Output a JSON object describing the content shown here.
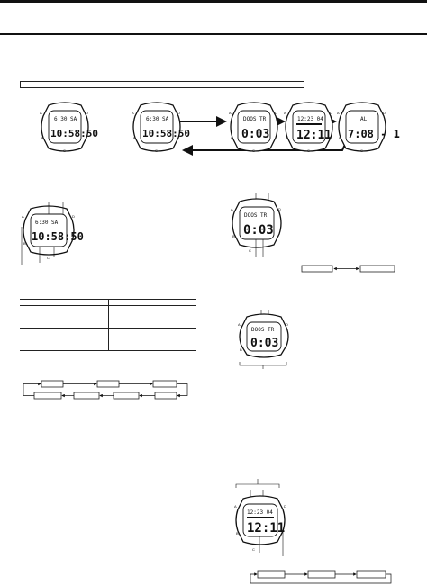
{
  "page": {
    "header_rule_color": "#111111"
  },
  "watches": {
    "timekeeping": {
      "top": "6:30 SA",
      "main": "10:58:50"
    },
    "timekeeping_alt": {
      "top": "6:30 SA",
      "main": "10:58:50"
    },
    "data_bank": {
      "top": "DOOS TR",
      "main": "0:03"
    },
    "calendar": {
      "top": "12:23 04",
      "main": "12:11"
    },
    "alarm": {
      "top": "AL",
      "main": "7:08 - 1"
    },
    "detail_timekeeping": {
      "top": "6:30 SA",
      "main": "10:58:50"
    },
    "detail_data_bank": {
      "top": "DOOS TR",
      "main": "0:03"
    },
    "detail_data_bank_2": {
      "top": "DOOS TR",
      "main": "0:03"
    },
    "detail_calendar": {
      "top": "12:23 04",
      "main": "12:11"
    }
  },
  "buttons": {
    "a": "A",
    "b": "B",
    "c": "C",
    "d": "D"
  },
  "icons": {
    "arrow": "arrow-right-icon",
    "double_arrow": "double-arrow-icon",
    "loop": "loop-arrow-icon"
  }
}
